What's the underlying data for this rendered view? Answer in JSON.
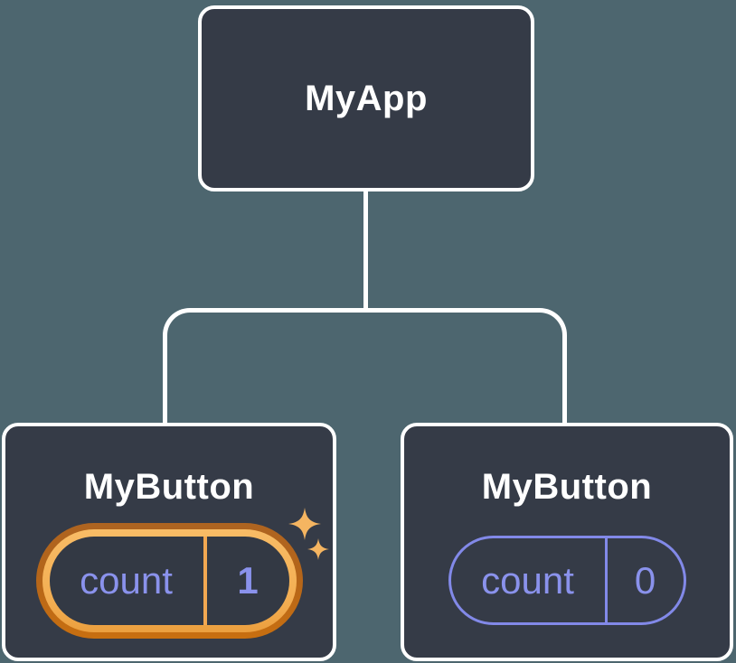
{
  "diagram": {
    "description": "React component tree with state pills",
    "root": {
      "label": "MyApp"
    },
    "children": [
      {
        "label": "MyButton",
        "state": {
          "name": "count",
          "value": "1"
        },
        "highlighted": true
      },
      {
        "label": "MyButton",
        "state": {
          "name": "count",
          "value": "0"
        },
        "highlighted": false
      }
    ]
  },
  "colors": {
    "background": "#4D666F",
    "card_fill": "#353B47",
    "card_border": "#FFFFFF",
    "connector": "#FFFFFF",
    "state_text_purple": "#8A92EC",
    "plain_pill_border": "#8289E8",
    "highlight_ring_light": "#F8BC66",
    "highlight_ring_dark": "#C06A12",
    "highlight_divider": "#F2A851",
    "sparkle": "#F5B561"
  },
  "icons": {
    "sparkles": "four-point star sparkles indicating state update"
  }
}
